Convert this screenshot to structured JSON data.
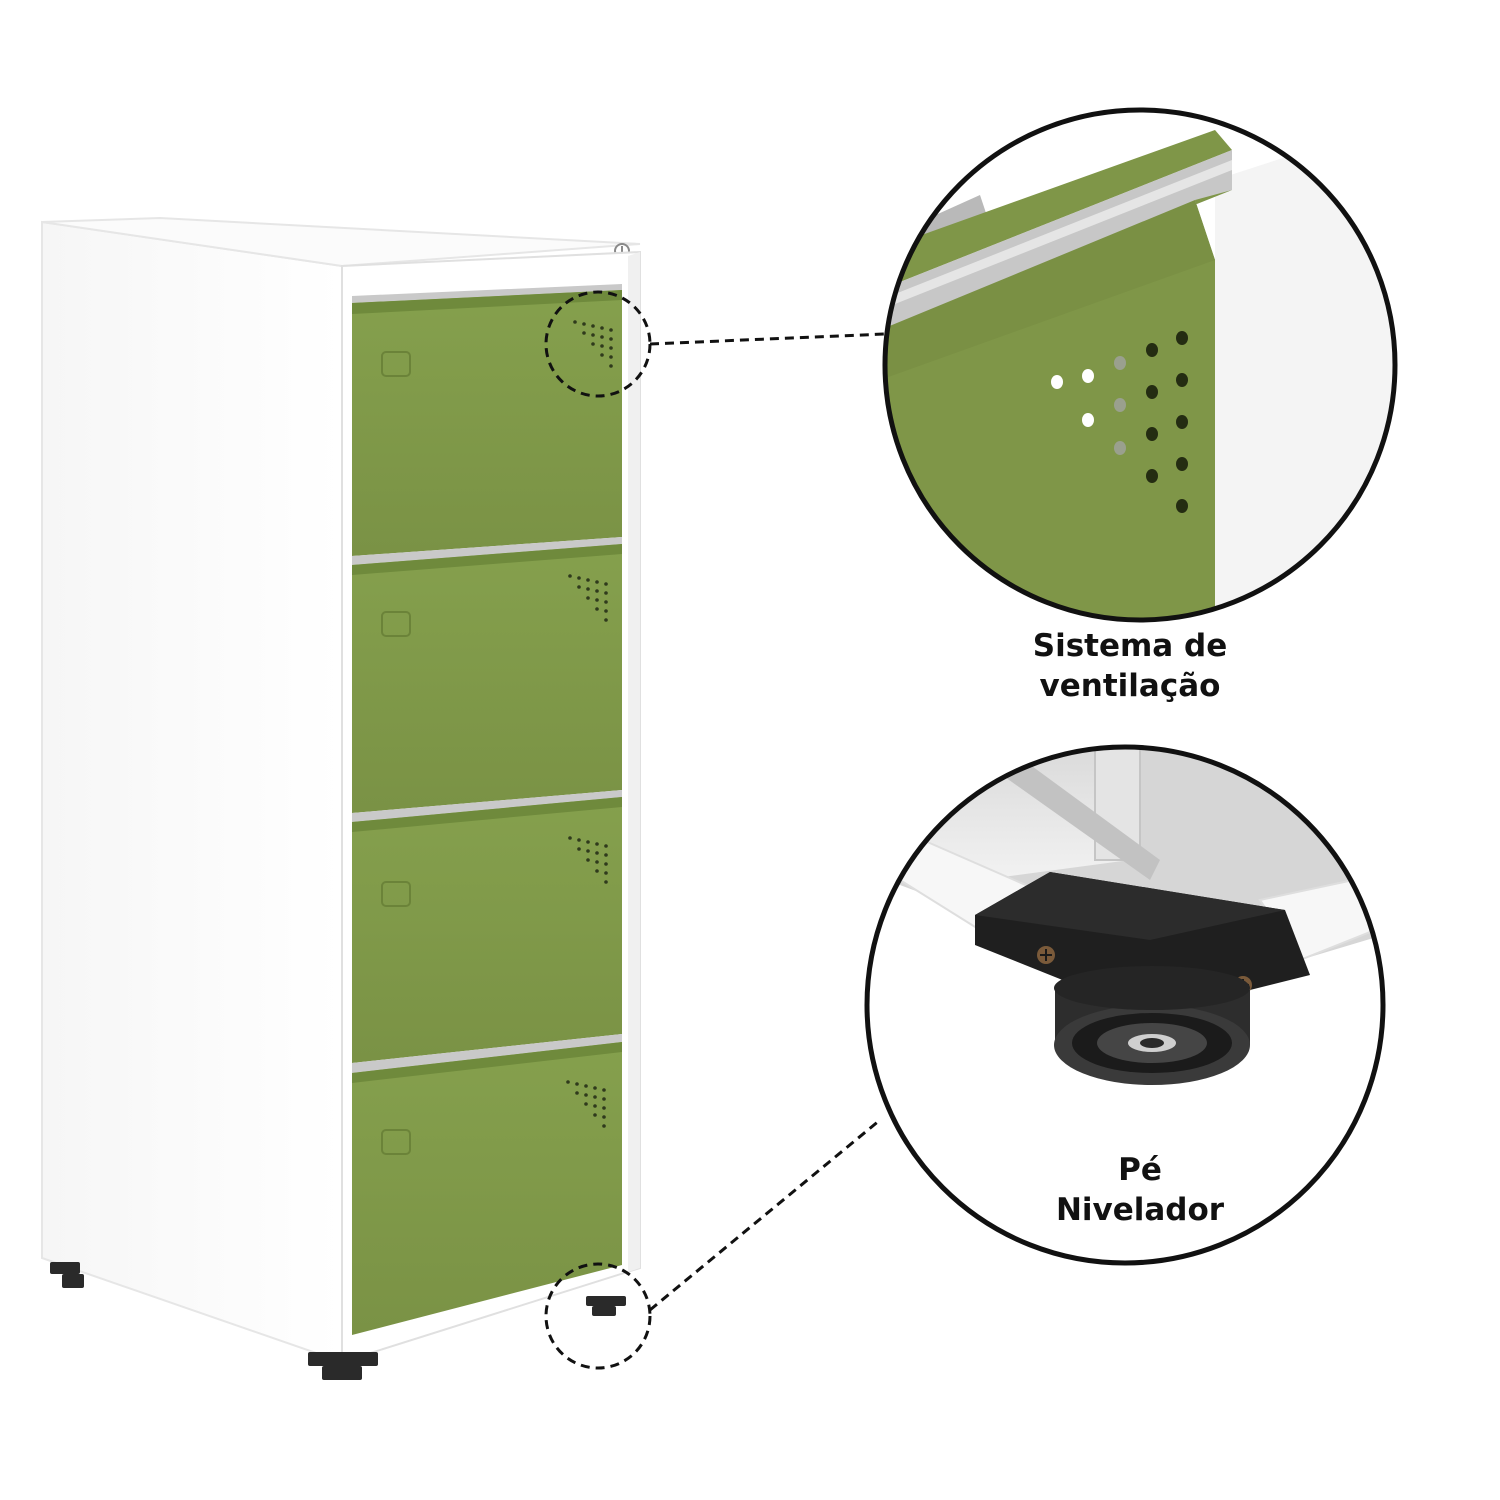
{
  "product": {
    "body_color": "#ffffff",
    "drawer_color": "#7f9648",
    "drawer_count": 4
  },
  "callouts": [
    {
      "id": "ventilation",
      "icon": "ventilation-holes-detail",
      "caption_lines": [
        "Sistema de",
        "ventilação"
      ]
    },
    {
      "id": "leveling-foot",
      "icon": "leveling-foot-detail",
      "caption_lines": [
        "Pé",
        "Nivelador"
      ]
    }
  ]
}
